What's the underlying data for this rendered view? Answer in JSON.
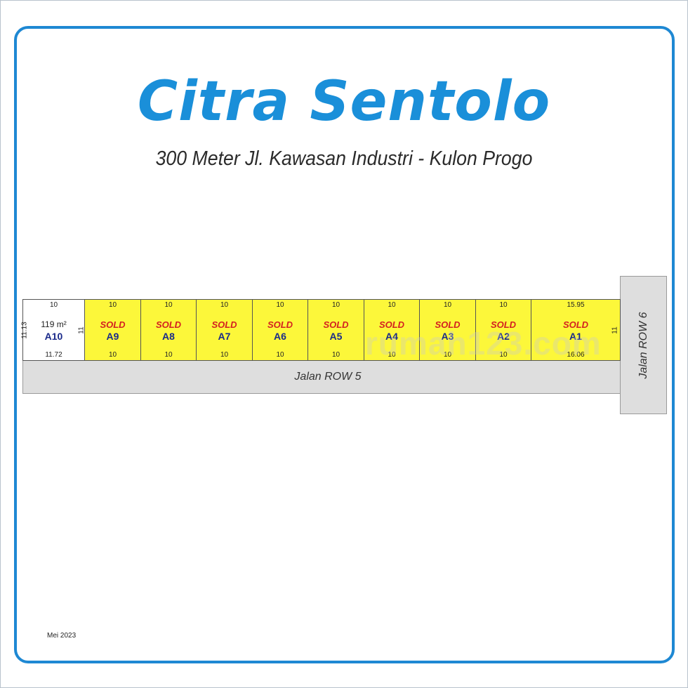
{
  "title": "Citra Sentolo",
  "subtitle": "300 Meter Jl. Kawasan Industri - Kulon Progo",
  "roads": {
    "horizontal": "Jalan ROW 5",
    "vertical": "Jalan ROW 6"
  },
  "lots": [
    {
      "code": "A10",
      "top": "10",
      "bottom": "11.72",
      "status": "",
      "area": "119 m²"
    },
    {
      "code": "A9",
      "top": "10",
      "bottom": "10",
      "status": "SOLD",
      "area": ""
    },
    {
      "code": "A8",
      "top": "10",
      "bottom": "10",
      "status": "SOLD",
      "area": ""
    },
    {
      "code": "A7",
      "top": "10",
      "bottom": "10",
      "status": "SOLD",
      "area": ""
    },
    {
      "code": "A6",
      "top": "10",
      "bottom": "10",
      "status": "SOLD",
      "area": ""
    },
    {
      "code": "A5",
      "top": "10",
      "bottom": "10",
      "status": "SOLD",
      "area": ""
    },
    {
      "code": "A4",
      "top": "10",
      "bottom": "10",
      "status": "SOLD",
      "area": ""
    },
    {
      "code": "A3",
      "top": "10",
      "bottom": "10",
      "status": "SOLD",
      "area": ""
    },
    {
      "code": "A2",
      "top": "10",
      "bottom": "10",
      "status": "SOLD",
      "area": ""
    },
    {
      "code": "A1",
      "top": "15.95",
      "bottom": "16.06",
      "status": "SOLD",
      "area": ""
    }
  ],
  "side_dims": {
    "left_outer": "11.13",
    "left_inner": "11",
    "right": "11"
  },
  "watermark": "rumah123.com",
  "date": "Mei 2023",
  "colors": {
    "title": "#1a8fd9",
    "frame": "#1e88d3",
    "lot_sold": "#fcf73a",
    "sold_text": "#d42020",
    "code_text": "#1a2a8a",
    "road": "#dedede"
  }
}
